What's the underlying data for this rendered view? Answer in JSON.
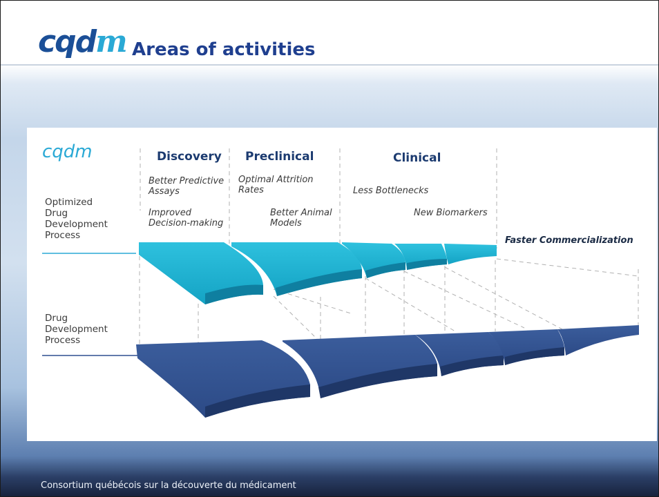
{
  "header": {
    "logo": {
      "text_main": "cqd",
      "text_accent": "m"
    },
    "title": "Areas of activities"
  },
  "diagram": {
    "brand": "cqdm",
    "optimized_label": "Optimized\nDrug\nDevelopment\nProcess",
    "standard_label": "Drug\nDevelopment\nProcess",
    "phases": [
      "Discovery",
      "Preclinical",
      "Clinical"
    ],
    "annotations": {
      "discovery_top": "Better Predictive\nAssays",
      "discovery_bottom": "Improved\nDecision-making",
      "preclinical_top": "Optimal Attrition\nRates",
      "preclinical_bottom": "Better Animal\nModels",
      "clinical_top": "Less Bottlenecks",
      "clinical_bottom": "New Biomarkers"
    },
    "end_label": "Faster Commercialization",
    "colors": {
      "optimized": "#19b0cf",
      "standard": "#2f4f8f",
      "brand": "#2aa9d5"
    }
  },
  "footer": {
    "text": "Consortium québécois sur la découverte du médicament"
  }
}
